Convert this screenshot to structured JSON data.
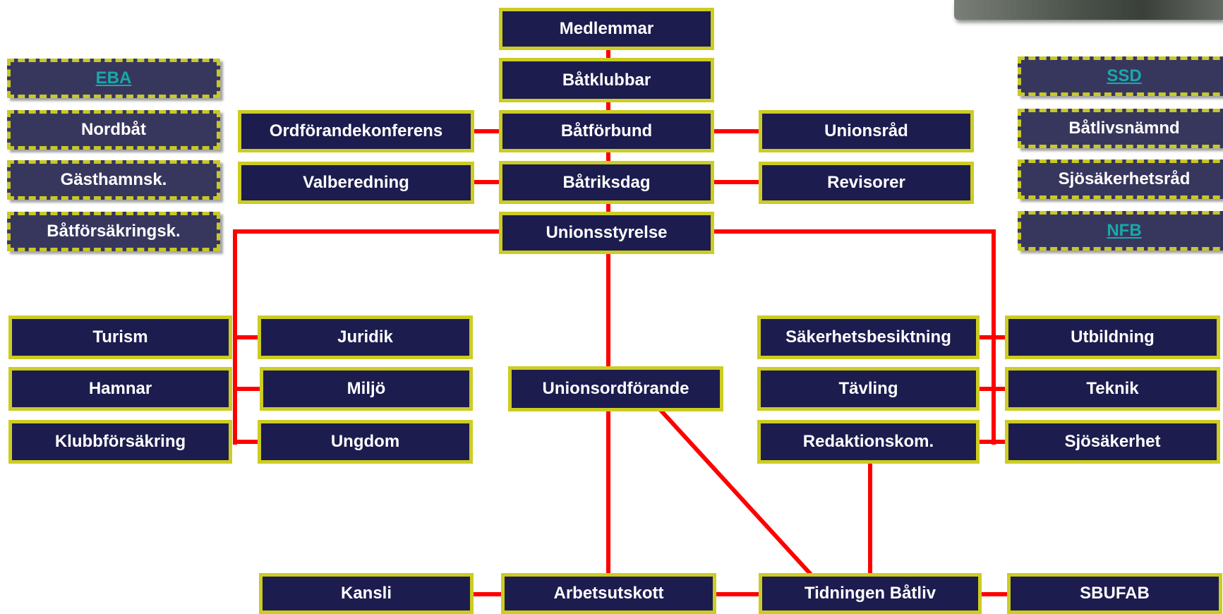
{
  "colors": {
    "box_fill": "#1c1c4f",
    "box_border": "#cccc22",
    "dashed_box_fill": "#37375e",
    "link_text": "#1aa8a8",
    "connector": "#ff0000"
  },
  "photo": {
    "icon": "photo-thumbnail"
  },
  "left_group": {
    "eba": "EBA",
    "nordbat": "Nordbåt",
    "gasthamnsk": "Gästhamnsk.",
    "batforsakringsk": "Båtförsäkringsk."
  },
  "right_group": {
    "ssd": "SSD",
    "batlivsnamnd": "Båtlivsnämnd",
    "sjosakerhetsrad": "Sjösäkerhetsråd",
    "nfb": "NFB"
  },
  "center": {
    "medlemmar": "Medlemmar",
    "batklubbar": "Båtklubbar",
    "batforbund": "Båtförbund",
    "batriksdag": "Båtriksdag",
    "unionsstyrelse": "Unionsstyrelse",
    "unionsordforande": "Unionsordförande",
    "arbetsutskott": "Arbetsutskott"
  },
  "side": {
    "ordforandekonferens": "Ordförandekonferens",
    "valberedning": "Valberedning",
    "unionsrad": "Unionsråd",
    "revisorer": "Revisorer"
  },
  "committees_left": {
    "turism": "Turism",
    "hamnar": "Hamnar",
    "klubbforsakring": "Klubbförsäkring",
    "juridik": "Juridik",
    "miljo": "Miljö",
    "ungdom": "Ungdom"
  },
  "committees_right": {
    "sakerhetsbesiktning": "Säkerhetsbesiktning",
    "tavling": "Tävling",
    "redaktionskom": "Redaktionskom.",
    "utbildning": "Utbildning",
    "teknik": "Teknik",
    "sjosakerhet": "Sjösäkerhet"
  },
  "bottom": {
    "kansli": "Kansli",
    "tidningen_batliv": "Tidningen Båtliv",
    "sbufab": "SBUFAB"
  }
}
